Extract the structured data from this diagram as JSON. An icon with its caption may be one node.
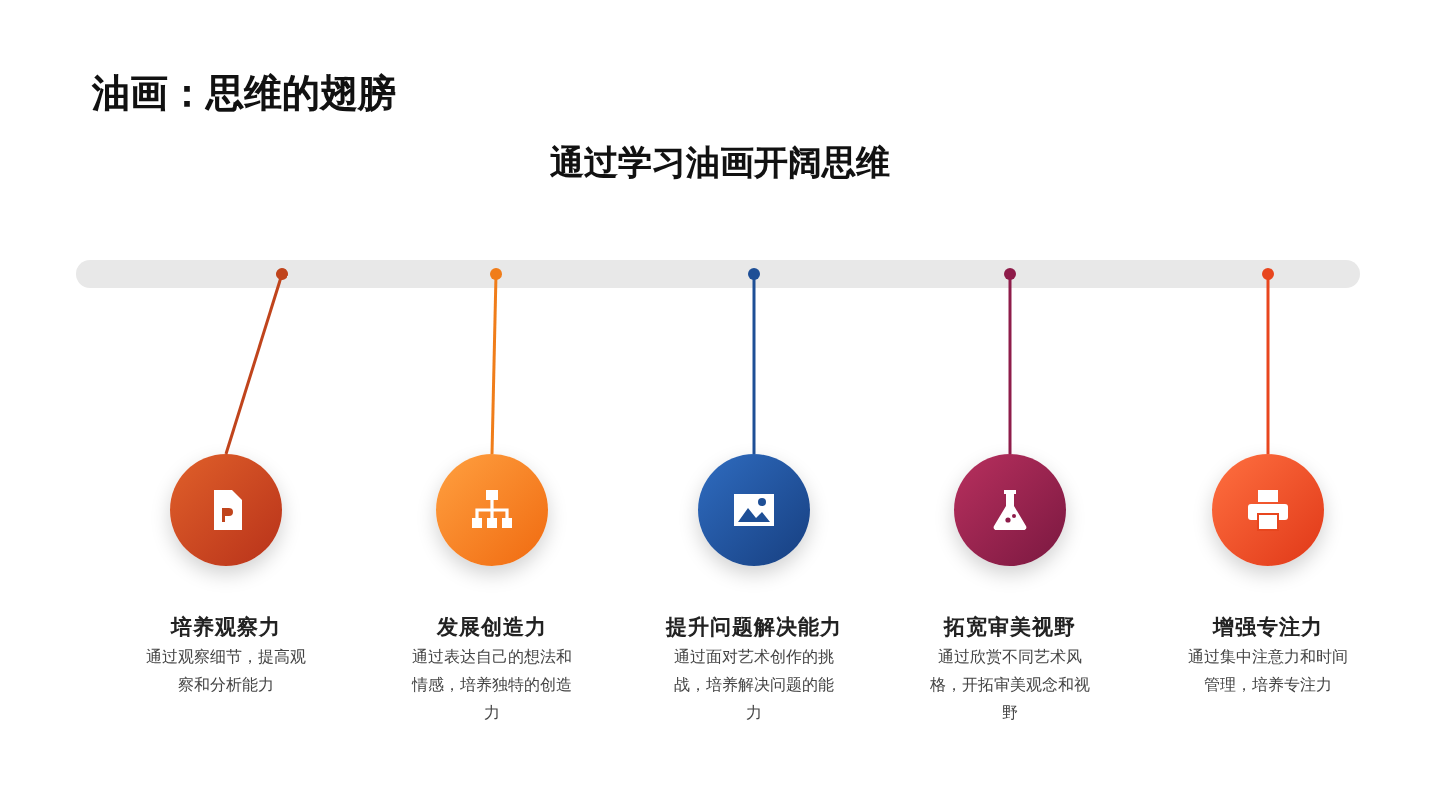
{
  "diagram": {
    "title": "油画：思维的翅膀",
    "labels": [
      "通过学习油画开阔思维",
      "通过观察细节，提高观察和分析能力",
      "通过表达自己的想法和情感，培养独特的创造力",
      "通过面对艺术创作的挑战，培养解决问题的能力",
      "通过欣赏不同艺术风格，开拓审美观念和视野",
      "通过集中注意力和时间管理，培养专注力"
    ],
    "nodes": [
      {
        "text": [],
        "shape": "bar"
      },
      {
        "text": [
          "培养观察力"
        ]
      },
      {
        "text": [
          "发展创造力"
        ]
      },
      {
        "text": [
          "提升问题解决能力"
        ]
      },
      {
        "text": [
          "拓宽审美视野"
        ]
      },
      {
        "text": [
          "增强专注力"
        ]
      }
    ],
    "edges": [
      {
        "from": 0,
        "to": 1,
        "arrow": "other",
        "color": "#c0441c"
      },
      {
        "from": 0,
        "to": 2,
        "arrow": "other",
        "color": "#f07d1a"
      },
      {
        "from": 0,
        "to": 3,
        "arrow": "other",
        "color": "#1e4f96"
      },
      {
        "from": 0,
        "to": 4,
        "arrow": "other",
        "color": "#8e1c4a"
      },
      {
        "from": 0,
        "to": 5,
        "arrow": "other",
        "color": "#e8461e"
      }
    ]
  }
}
